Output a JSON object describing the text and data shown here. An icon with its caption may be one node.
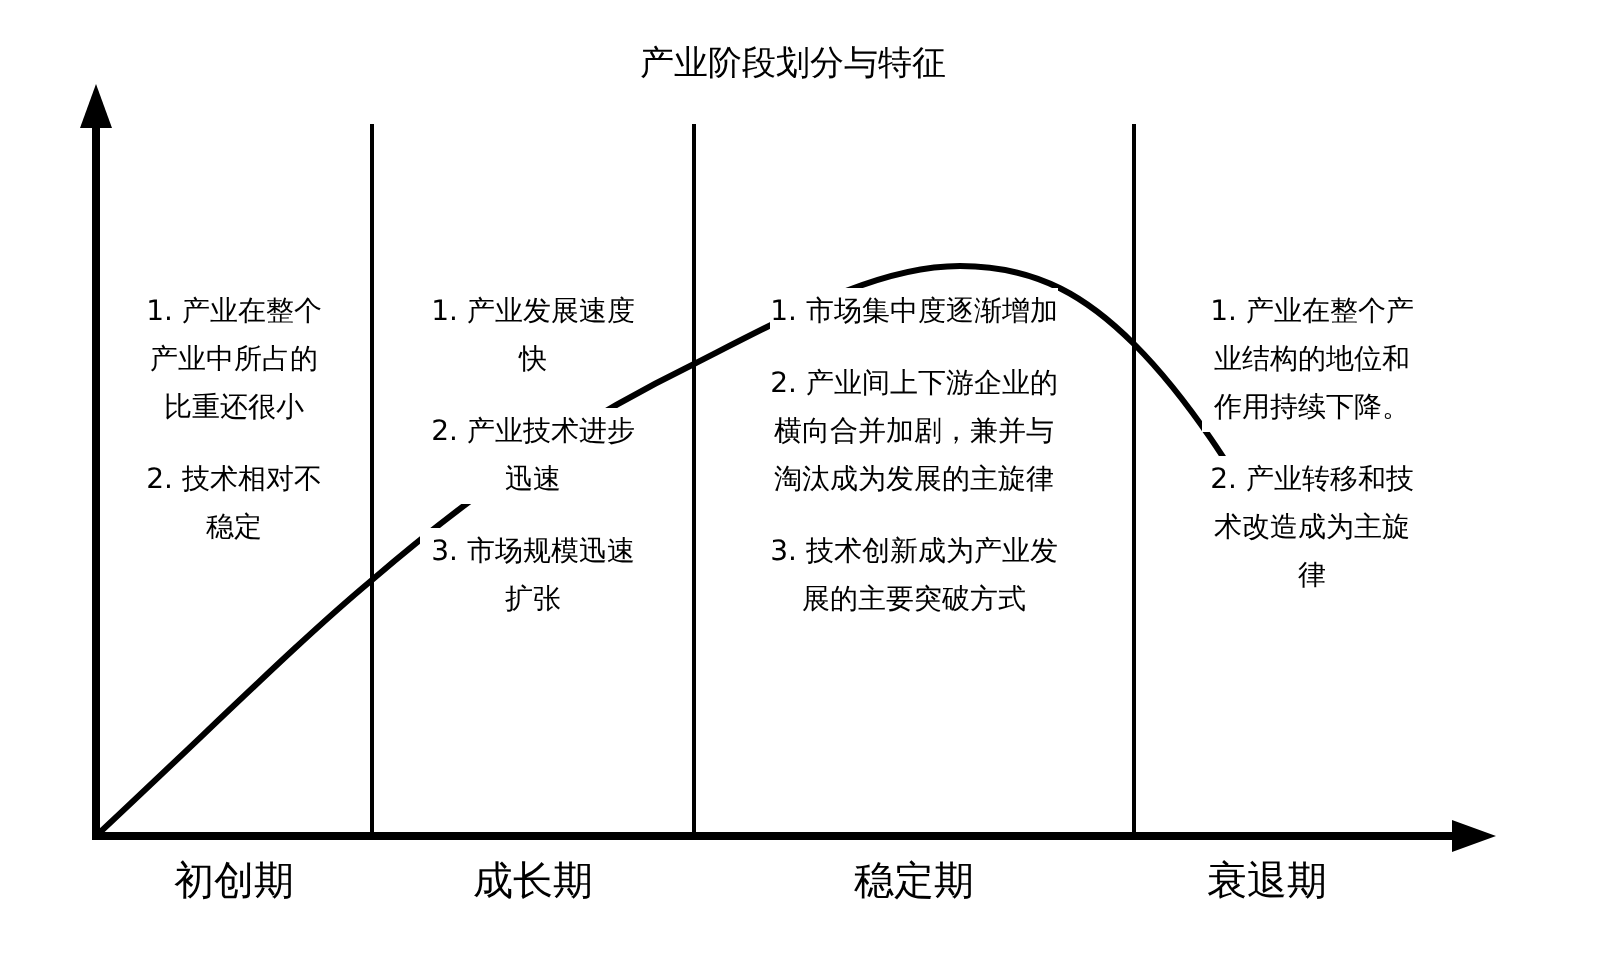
{
  "diagram": {
    "title": "产业阶段划分与特征",
    "nodes": [
      {
        "text": [
          "1. 产业在整个产业中所占的比重还很小",
          "2. 技术相对不稳定"
        ]
      },
      {
        "text": [
          "1. 产业发展速度快",
          "2. 产业技术进步迅速",
          "3. 市场规模迅速扩张"
        ]
      },
      {
        "text": [
          "1. 市场集中度逐渐增加",
          "2. 产业间上下游企业的横向合并加剧，兼并与淘汰成为发展的主旋律",
          "3. 技术创新成为产业发展的主要突破方式"
        ]
      },
      {
        "text": [
          "1. 产业在整个产业结构的地位和作用持续下降。",
          "2. 产业转移和技术改造成为主旋律"
        ]
      }
    ],
    "labels": [
      "初创期",
      "成长期",
      "稳定期",
      "衰退期"
    ]
  }
}
